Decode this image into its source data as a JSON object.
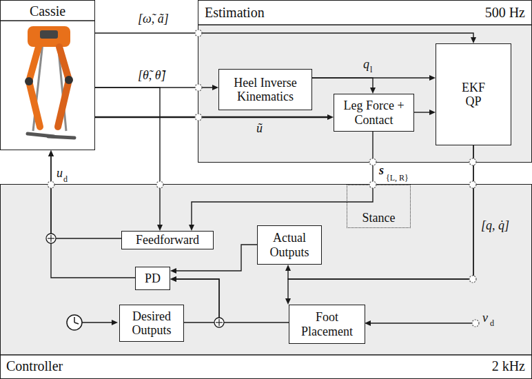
{
  "diagram": {
    "nodes": [
      {
        "text": [
          "Cassie"
        ]
      },
      {
        "text": [
          "Estimation",
          "500 Hz"
        ]
      },
      {
        "text": [
          "Heel Inverse Kinematics"
        ],
        "in": 1
      },
      {
        "text": [
          "Leg Force + Contact"
        ],
        "in": 1
      },
      {
        "text": [
          "EKF QP"
        ],
        "in": 1
      },
      {
        "text": [
          "Controller",
          "2 kHz"
        ]
      },
      {
        "text": [
          "Stance"
        ],
        "in": 5
      },
      {
        "text": [
          "Feedforward"
        ],
        "in": 5
      },
      {
        "text": [
          "Actual Outputs"
        ],
        "in": 5
      },
      {
        "text": [
          "PD"
        ],
        "in": 5
      },
      {
        "text": [
          "Desired Outputs"
        ],
        "in": 5
      },
      {
        "text": [
          "Foot Placement"
        ],
        "in": 5
      }
    ],
    "edges": [
      {
        "from": 0,
        "to": 4,
        "arrow": "to"
      },
      {
        "from": 0,
        "to": 2,
        "arrow": "to"
      },
      {
        "from": 0,
        "to": 7,
        "arrow": "to"
      },
      {
        "from": 0,
        "to": 3,
        "arrow": "to"
      },
      {
        "from": 2,
        "to": 4,
        "arrow": "to"
      },
      {
        "from": 2,
        "to": 3,
        "arrow": "to"
      },
      {
        "from": 3,
        "to": 4,
        "arrow": "to"
      },
      {
        "from": 3,
        "to": 7,
        "arrow": "to"
      },
      {
        "from": 4,
        "to": 8,
        "arrow": "to"
      },
      {
        "from": 4,
        "to": 11,
        "arrow": "to"
      },
      {
        "from": 8,
        "to": 9,
        "arrow": "to"
      },
      {
        "from": 10,
        "to": 9,
        "arrow": "to"
      },
      {
        "from": 11,
        "to": 9,
        "arrow": "to"
      },
      {
        "from": 9,
        "to": 0,
        "arrow": "to"
      },
      {
        "from": 7,
        "to": 0,
        "arrow": "to"
      }
    ],
    "labels": [
      "[ω̃, ã]",
      "[θ̃, θ̃̇]",
      "q",
      "l",
      "ũ",
      "s",
      "{L, R}",
      "[q, q̇]",
      "u",
      "d",
      "v",
      "d"
    ]
  }
}
